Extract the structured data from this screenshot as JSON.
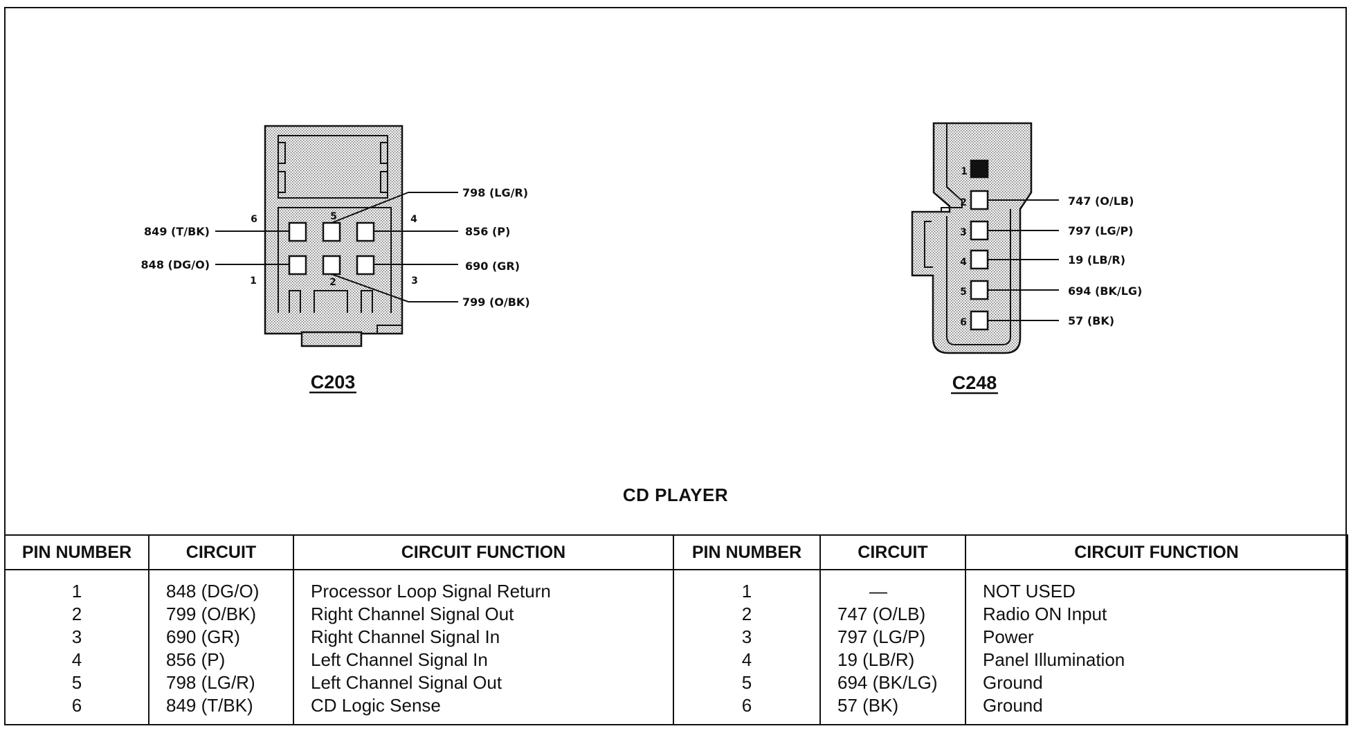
{
  "connectors": [
    {
      "name": "C203",
      "wire_labels": [
        "798 (LG/R)",
        "849 (T/BK)",
        "856 (P)",
        "848 (DG/O)",
        "690 (GR)",
        "799 (O/BK)"
      ],
      "pin_labels": [
        "6",
        "5",
        "4",
        "1",
        "2",
        "3"
      ]
    },
    {
      "name": "C248",
      "wire_labels": [
        "747 (O/LB)",
        "797 (LG/P)",
        "19 (LB/R)",
        "694 (BK/LG)",
        "57 (BK)"
      ],
      "pin_labels": [
        "1",
        "2",
        "3",
        "4",
        "5",
        "6"
      ]
    }
  ],
  "caption": "CD PLAYER",
  "table": {
    "headers": [
      "PIN NUMBER",
      "CIRCUIT",
      "CIRCUIT FUNCTION",
      "PIN NUMBER",
      "CIRCUIT",
      "CIRCUIT FUNCTION"
    ],
    "left": {
      "pins": [
        "1",
        "2",
        "3",
        "4",
        "5",
        "6"
      ],
      "circuits": [
        "848 (DG/O)",
        "799 (O/BK)",
        "690 (GR)",
        "856 (P)",
        "798 (LG/R)",
        "849 (T/BK)"
      ],
      "functions": [
        "Processor Loop Signal Return",
        "Right Channel Signal Out",
        "Right Channel Signal In",
        "Left Channel Signal In",
        "Left Channel Signal Out",
        "CD Logic Sense"
      ]
    },
    "right": {
      "pins": [
        "1",
        "2",
        "3",
        "4",
        "5",
        "6"
      ],
      "circuits": [
        "—",
        "747 (O/LB)",
        "797 (LG/P)",
        "19 (LB/R)",
        "694 (BK/LG)",
        "57 (BK)"
      ],
      "functions": [
        "NOT USED",
        "Radio ON Input",
        "Power",
        "Panel Illumination",
        "Ground",
        "Ground"
      ]
    }
  }
}
